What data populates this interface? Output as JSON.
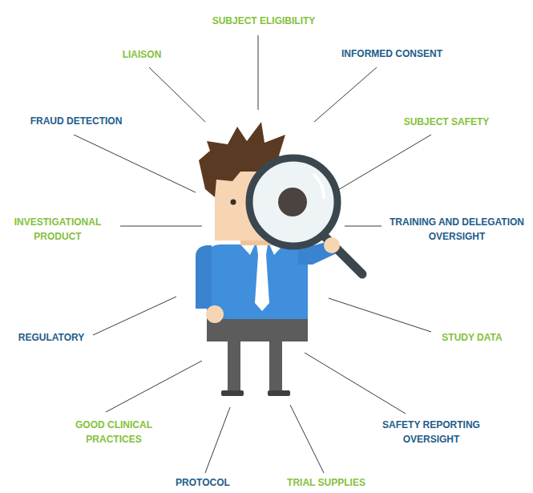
{
  "diagram": {
    "labels": [
      "SUBJECT ELIGIBILITY",
      "INFORMED CONSENT",
      "SUBJECT SAFETY",
      "TRAINING AND DELEGATION OVERSIGHT",
      "STUDY DATA",
      "SAFETY REPORTING OVERSIGHT",
      "TRIAL SUPPLIES",
      "PROTOCOL",
      "GOOD CLINICAL PRACTICES",
      "REGULATORY",
      "INVESTIGATIONAL PRODUCT",
      "FRAUD DETECTION",
      "LIAISON"
    ]
  }
}
